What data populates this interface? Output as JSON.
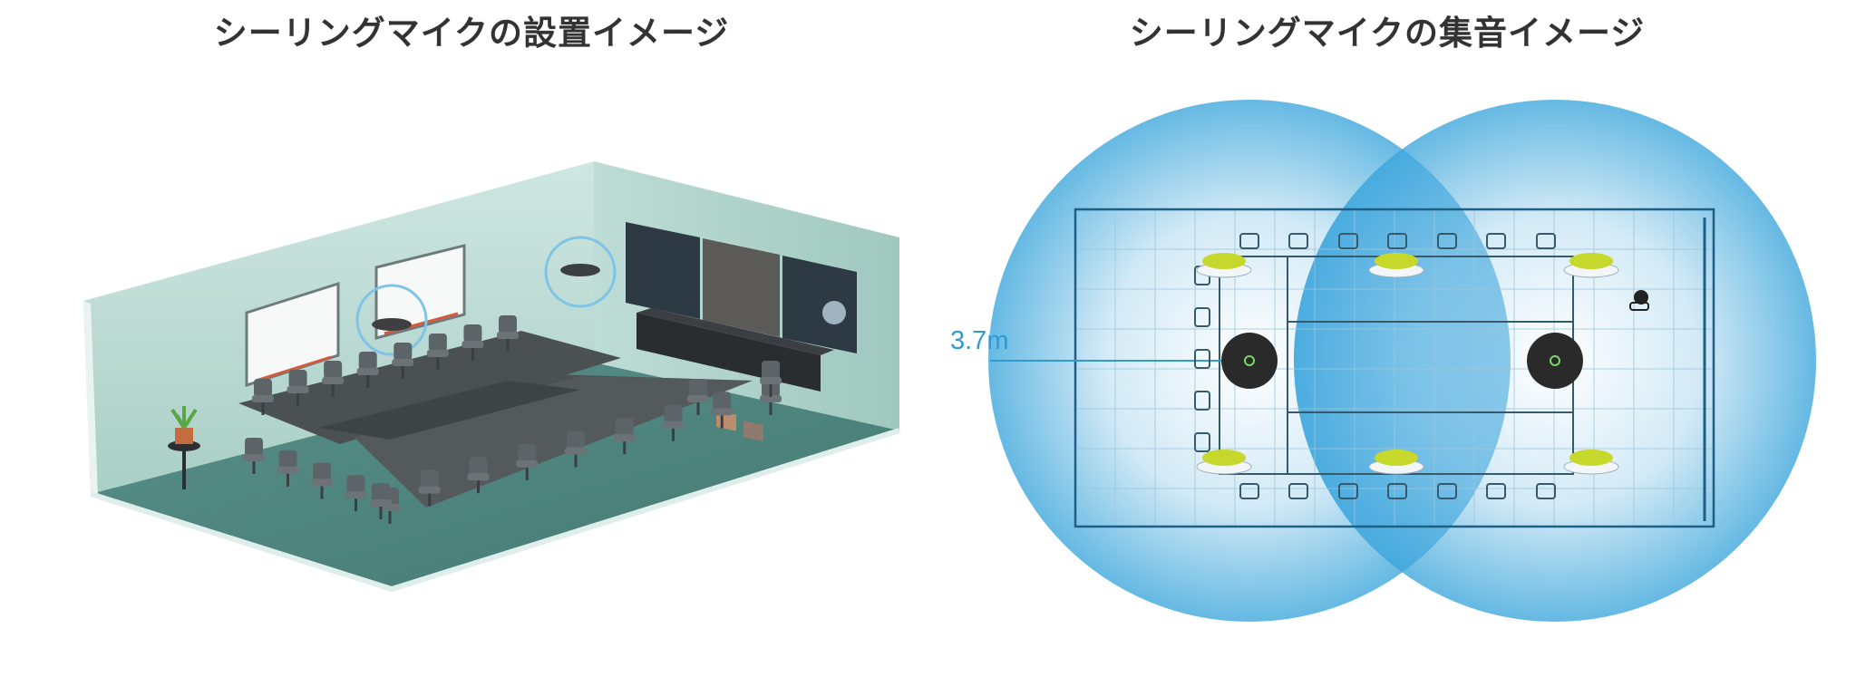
{
  "titles": {
    "left": "シーリングマイクの設置イメージ",
    "right": "シーリングマイクの集音イメージ"
  },
  "pickup_diagram": {
    "radius_label": "3.7m"
  },
  "colors": {
    "title_text": "#333333",
    "pickup_zone": "#2f9ad4",
    "room_outline": "#1d5f85",
    "wall": "#b6d8d1",
    "floor": "#4f8780",
    "table": "#4b5052",
    "chair_marker": "#c6d82c",
    "mic": "#2a2a2a"
  },
  "icons": {
    "ceiling_mic": "ceiling-mic-icon",
    "camera": "camera-icon",
    "chair": "chair-icon",
    "plant": "plant-icon"
  }
}
